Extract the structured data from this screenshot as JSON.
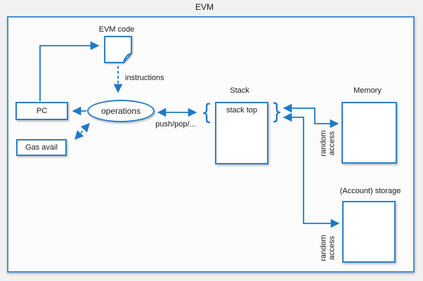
{
  "title": "EVM",
  "nodes": {
    "evm_code": "EVM code",
    "pc": "PC",
    "gas_avail": "Gas avail",
    "operations": "operations",
    "stack": "Stack",
    "stack_top": "stack top",
    "memory": "Memory",
    "account_storage": "(Account) storage"
  },
  "edges": {
    "instructions": "instructions",
    "push_pop": "push/pop/...",
    "random_access_memory": "random\naccess",
    "random_access_storage": "random\naccess"
  },
  "glyphs": {
    "brace_left": "{",
    "brace_right": "}"
  },
  "colors": {
    "arrow_blue": "#1c79c7",
    "border_blue": "#2e7fc4",
    "outer_border_blue": "#4a90cf",
    "text": "#1a1a1a",
    "node_fill": "#ffffff",
    "canvas_outside": "#f1f1f2",
    "canvas_inside": "#fcfcfd"
  }
}
